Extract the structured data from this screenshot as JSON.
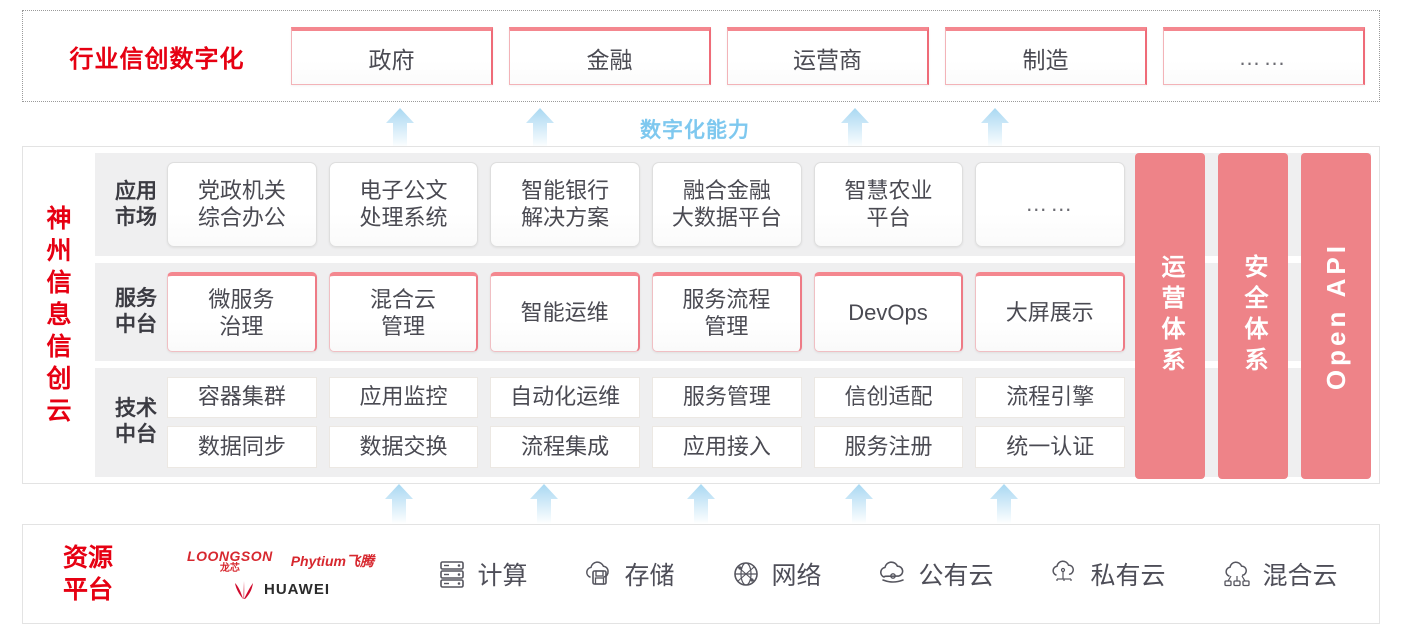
{
  "colors": {
    "brand_red": "#e60012",
    "pink_pillar": "#ee8388",
    "pink_border": "#f4878f",
    "arrow_blue": "#bfe2f7",
    "capability_text": "#7ec8ef",
    "layer_bg": "#efeff0"
  },
  "industry": {
    "title": "行业信创数字化",
    "boxes": [
      {
        "label": "政府"
      },
      {
        "label": "金融"
      },
      {
        "label": "运营商"
      },
      {
        "label": "制造"
      },
      {
        "label": "……"
      }
    ]
  },
  "capability": {
    "label": "数字化能力",
    "arrow_count_upper": 4,
    "arrow_count_lower": 5
  },
  "cloud": {
    "title": "神州信息信创云",
    "title_chars": [
      "神",
      "州",
      "信",
      "息",
      "信",
      "创",
      "云"
    ],
    "layers": [
      {
        "label": "应用市场",
        "label_lines": [
          "应用",
          "市场"
        ],
        "style": "plain-rounded",
        "cells": [
          {
            "lines": [
              "党政机关",
              "综合办公"
            ]
          },
          {
            "lines": [
              "电子公文",
              "处理系统"
            ]
          },
          {
            "lines": [
              "智能银行",
              "解决方案"
            ]
          },
          {
            "lines": [
              "融合金融",
              "大数据平台"
            ]
          },
          {
            "lines": [
              "智慧农业",
              "平台"
            ]
          },
          {
            "lines": [
              "……"
            ],
            "dots": true
          }
        ]
      },
      {
        "label": "服务中台",
        "label_lines": [
          "服务",
          "中台"
        ],
        "style": "pink-top",
        "cells": [
          {
            "lines": [
              "微服务",
              "治理"
            ]
          },
          {
            "lines": [
              "混合云",
              "管理"
            ]
          },
          {
            "lines": [
              "智能运维"
            ]
          },
          {
            "lines": [
              "服务流程",
              "管理"
            ]
          },
          {
            "lines": [
              "DevOps"
            ]
          },
          {
            "lines": [
              "大屏展示"
            ]
          }
        ]
      },
      {
        "label": "技术中台",
        "label_lines": [
          "技术",
          "中台"
        ],
        "style": "plain-square",
        "rows": [
          [
            {
              "lines": [
                "容器集群"
              ]
            },
            {
              "lines": [
                "应用监控"
              ]
            },
            {
              "lines": [
                "自动化运维"
              ]
            },
            {
              "lines": [
                "服务管理"
              ]
            },
            {
              "lines": [
                "信创适配"
              ]
            },
            {
              "lines": [
                "流程引擎"
              ]
            }
          ],
          [
            {
              "lines": [
                "数据同步"
              ]
            },
            {
              "lines": [
                "数据交换"
              ]
            },
            {
              "lines": [
                "流程集成"
              ]
            },
            {
              "lines": [
                "应用接入"
              ]
            },
            {
              "lines": [
                "服务注册"
              ]
            },
            {
              "lines": [
                "统一认证"
              ]
            }
          ]
        ]
      }
    ],
    "pillars": [
      {
        "label": "运营体系",
        "orientation": "vertical-cjk"
      },
      {
        "label": "安全体系",
        "orientation": "vertical-cjk"
      },
      {
        "label": "Open API",
        "orientation": "vertical-latin"
      }
    ]
  },
  "resource": {
    "title": "资源平台",
    "title_lines": [
      "资源",
      "平台"
    ],
    "vendors": [
      {
        "name": "LOONGSON",
        "sub": "龙芯",
        "type": "loongson"
      },
      {
        "name": "Phytium飞腾",
        "type": "phytium"
      },
      {
        "name": "HUAWEI",
        "type": "huawei"
      }
    ],
    "items": [
      {
        "label": "计算",
        "icon": "server-icon"
      },
      {
        "label": "存储",
        "icon": "cloud-storage-icon"
      },
      {
        "label": "网络",
        "icon": "network-globe-icon"
      },
      {
        "label": "公有云",
        "icon": "public-cloud-icon"
      },
      {
        "label": "私有云",
        "icon": "private-cloud-icon"
      },
      {
        "label": "混合云",
        "icon": "hybrid-cloud-icon"
      }
    ]
  }
}
